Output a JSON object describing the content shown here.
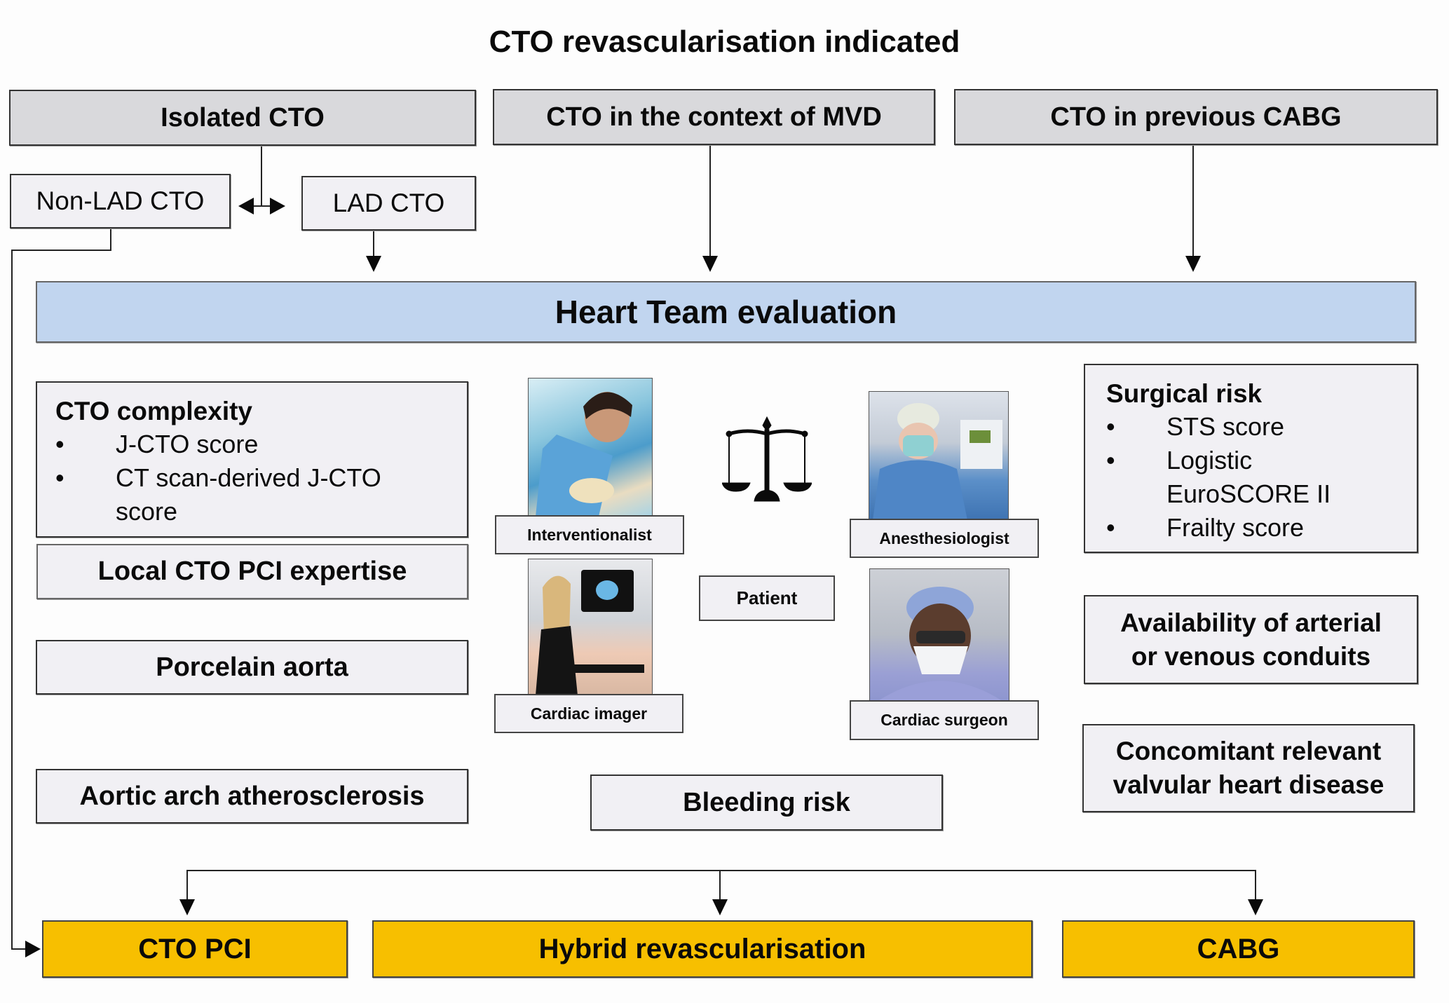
{
  "title": "CTO revascularisation indicated",
  "scenarios": [
    {
      "label": "Isolated CTO"
    },
    {
      "label": "CTO in the context of MVD"
    },
    {
      "label": "CTO in previous CABG"
    }
  ],
  "sub_scenarios": {
    "non_lad": "Non-LAD CTO",
    "lad": "LAD CTO"
  },
  "heart_team": "Heart Team evaluation",
  "left_factors": {
    "cto_complexity": {
      "heading": "CTO complexity",
      "bullet_char": "•",
      "items": [
        "J-CTO score",
        "CT scan-derived J-CTO",
        "score"
      ]
    },
    "local_expertise": "Local CTO PCI expertise",
    "porcelain_aorta": "Porcelain aorta",
    "aortic_arch": "Aortic arch atherosclerosis"
  },
  "team": {
    "interventionalist": "Interventionalist",
    "anesthesiologist": "Anesthesiologist",
    "cardiac_imager": "Cardiac imager",
    "cardiac_surgeon": "Cardiac surgeon",
    "patient": "Patient",
    "balance_icon": "scales-of-justice-icon"
  },
  "bleeding_risk": "Bleeding risk",
  "right_factors": {
    "surgical_risk": {
      "heading": "Surgical risk",
      "bullet_char": "•",
      "items": [
        "STS score",
        "Logistic",
        "EuroSCORE II",
        "Frailty score"
      ]
    },
    "conduits": [
      "Availability of arterial",
      "or venous conduits"
    ],
    "valvular": [
      "Concomitant relevant",
      "valvular heart disease"
    ]
  },
  "outcomes": [
    {
      "label": "CTO PCI"
    },
    {
      "label": "Hybrid revascularisation"
    },
    {
      "label": "CABG"
    }
  ],
  "colors": {
    "scenario_fill": "#d9d9dc",
    "heart_team_fill": "#c1d5ef",
    "outcome_fill": "#f7bf00",
    "factor_fill": "#f1f0f4"
  }
}
